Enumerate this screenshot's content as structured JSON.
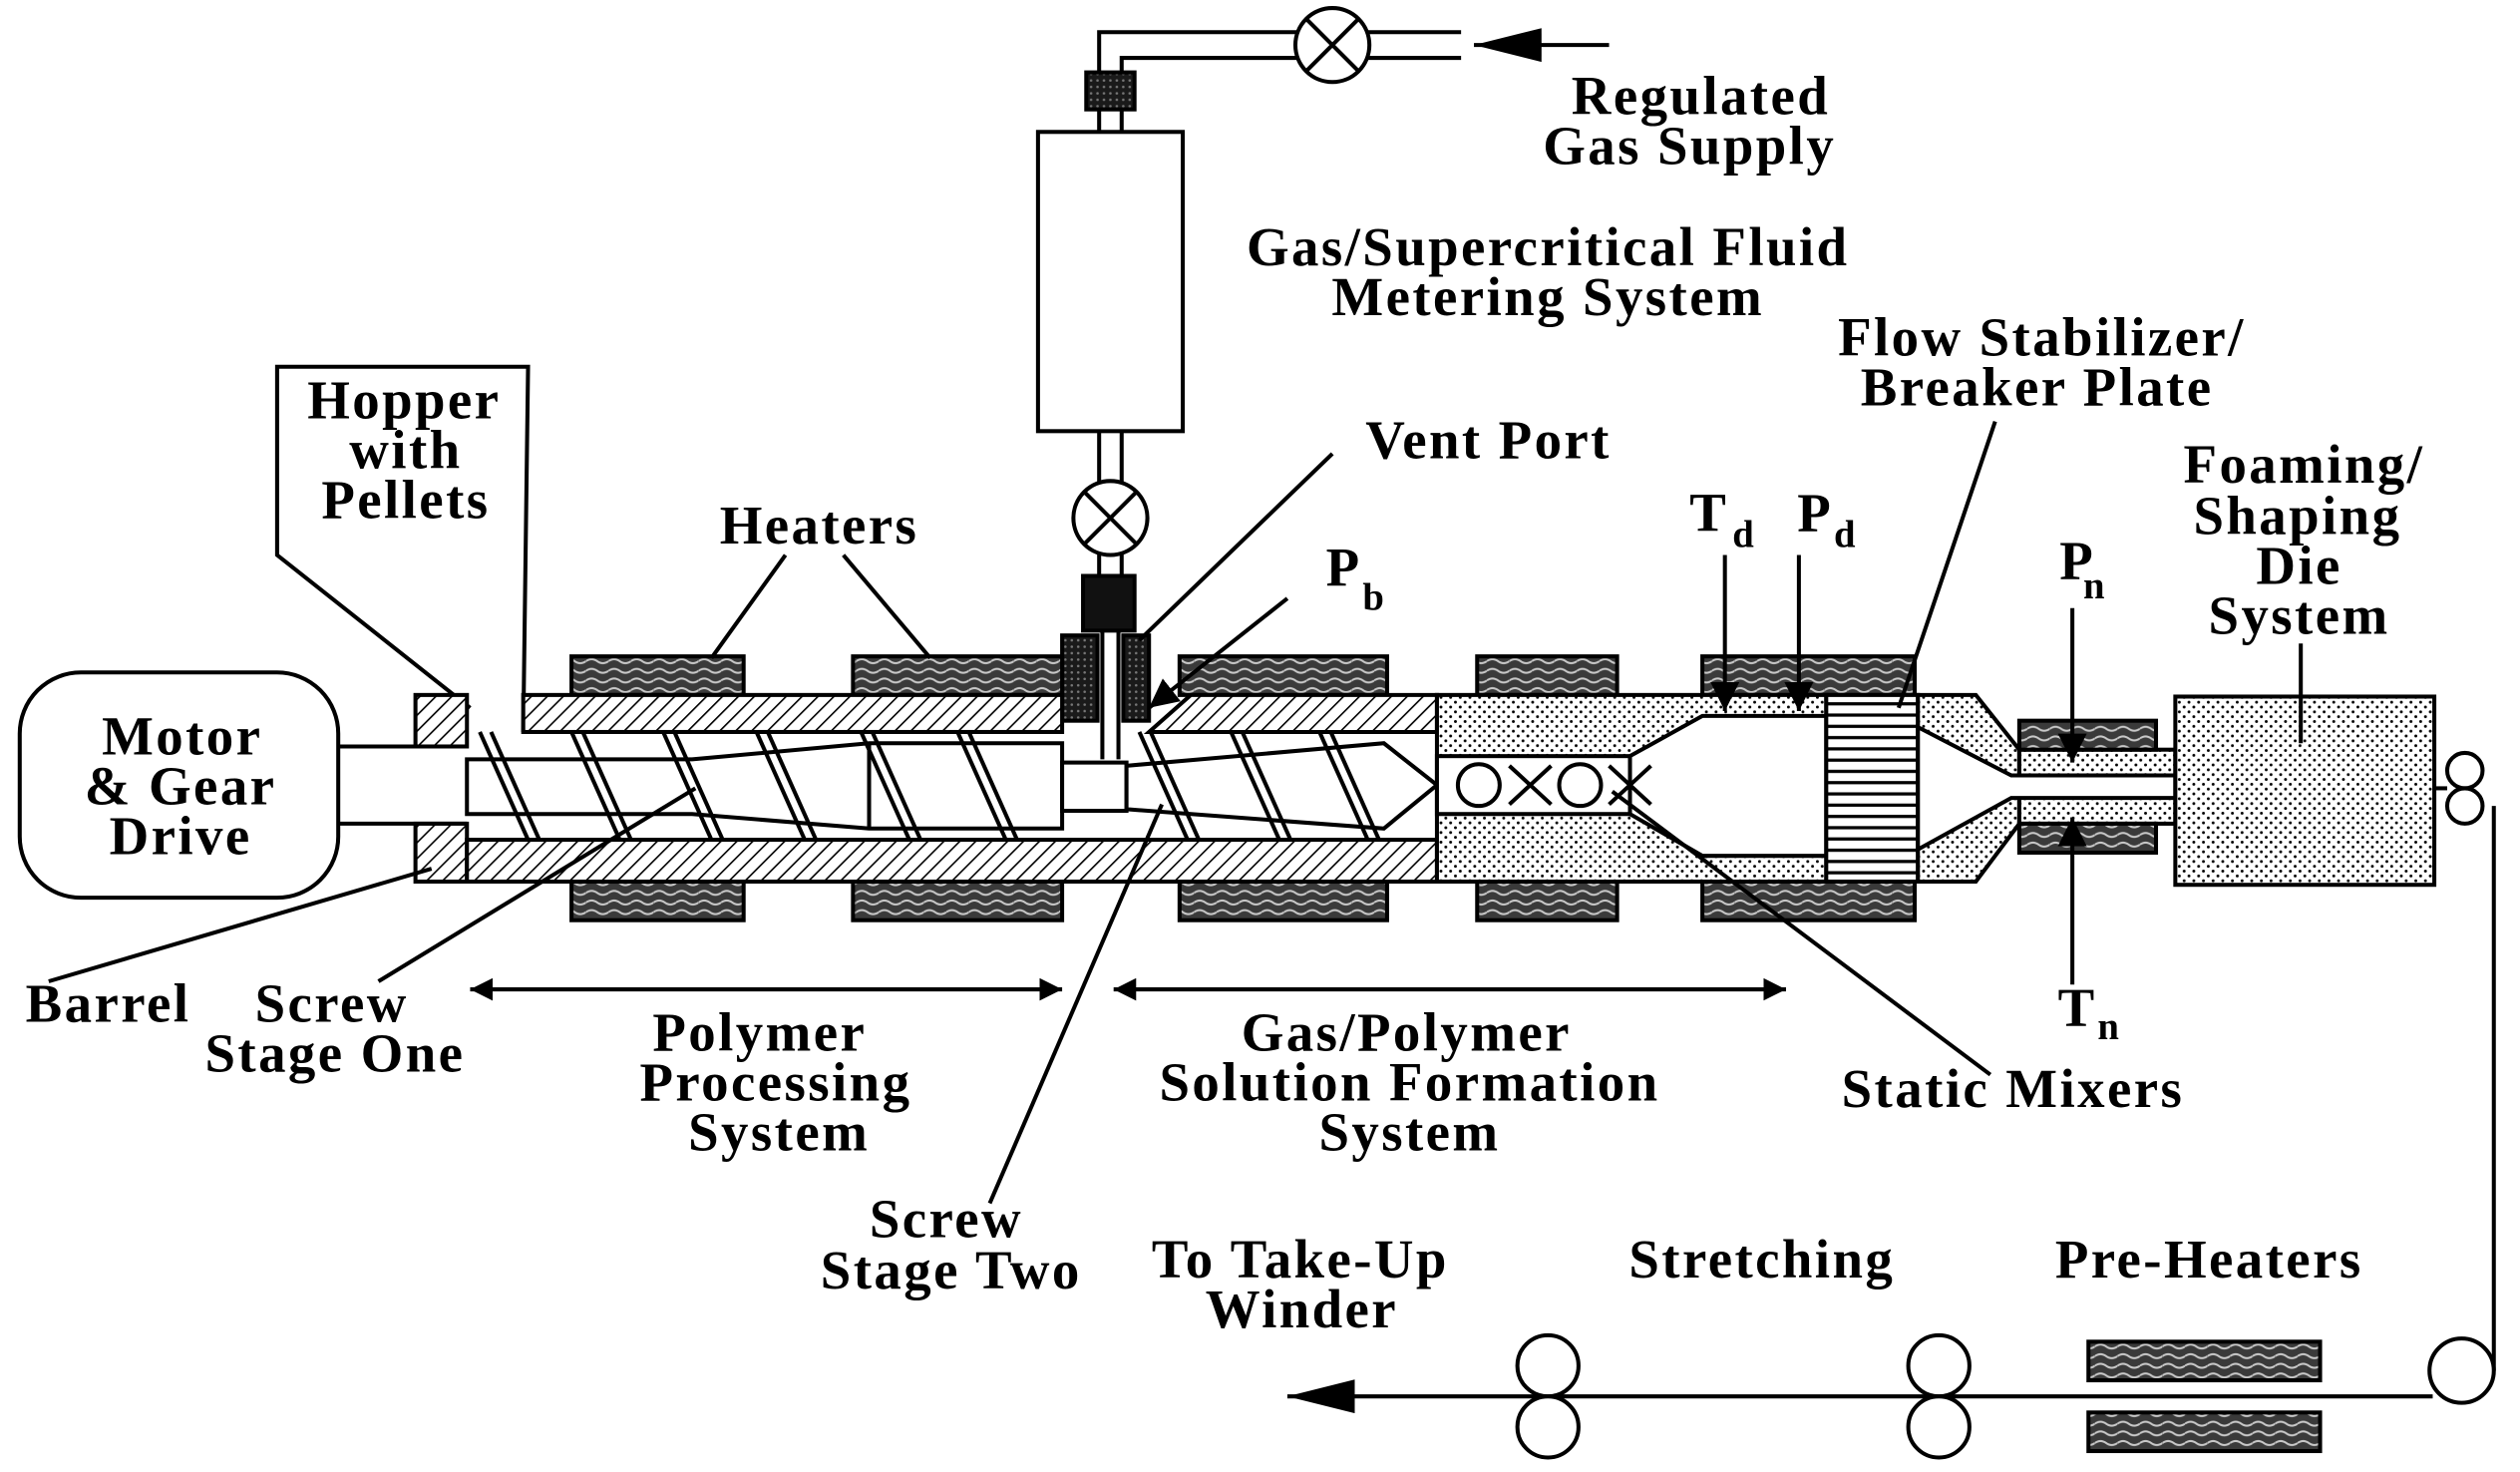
{
  "labels": {
    "gas_supply": [
      "Regulated",
      "Gas Supply"
    ],
    "metering_system": [
      "Gas/Supercritical Fluid",
      "Metering System"
    ],
    "flow_stabilizer": [
      "Flow Stabilizer/",
      "Breaker Plate"
    ],
    "hopper": [
      "Hopper",
      "with",
      "Pellets"
    ],
    "vent_port": "Vent Port",
    "heaters": "Heaters",
    "die_system": [
      "Foaming/",
      "Shaping",
      "Die",
      "System"
    ],
    "motor": [
      "Motor",
      "& Gear",
      "Drive"
    ],
    "barrel": "Barrel",
    "screw_stage_one": [
      "Screw",
      "Stage One"
    ],
    "polymer_processing": [
      "Polymer",
      "Processing",
      "System"
    ],
    "solution_formation": [
      "Gas/Polymer",
      "Solution Formation",
      "System"
    ],
    "static_mixers": "Static Mixers",
    "screw_stage_two": [
      "Screw",
      "Stage Two"
    ],
    "take_up_winder": [
      "To Take-Up",
      "Winder"
    ],
    "stretching": "Stretching",
    "pre_heaters": "Pre-Heaters"
  },
  "sensors": {
    "pb": {
      "symbol": "P",
      "subscript": "b"
    },
    "td": {
      "symbol": "T",
      "subscript": "d"
    },
    "pd": {
      "symbol": "P",
      "subscript": "d"
    },
    "pn": {
      "symbol": "P",
      "subscript": "n"
    },
    "tn": {
      "symbol": "T",
      "subscript": "n"
    }
  },
  "colors": {
    "ink": "#000000",
    "background": "#ffffff"
  }
}
